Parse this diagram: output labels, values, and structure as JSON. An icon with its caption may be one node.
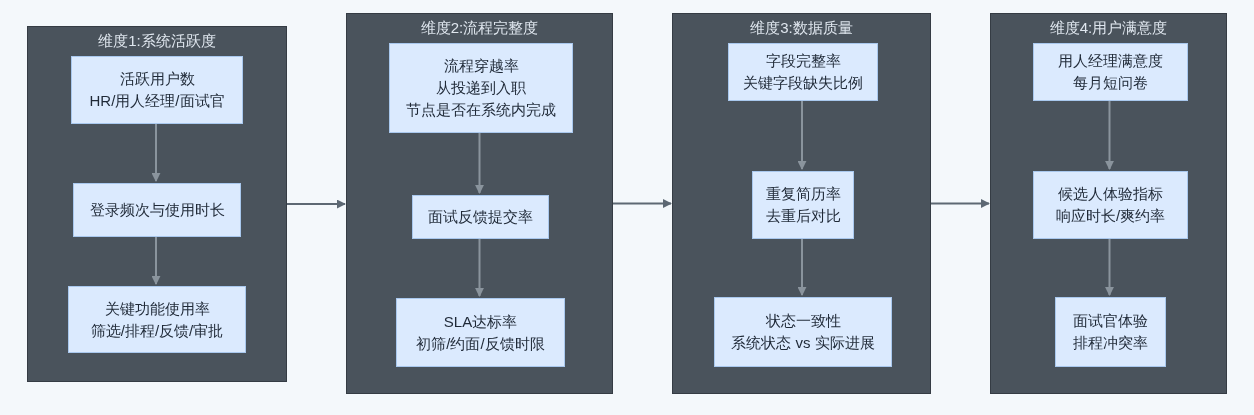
{
  "diagram": {
    "nodes": [
      {
        "text": [
          "维度1:系统活跃度"
        ]
      },
      {
        "text": [
          "活跃用户数",
          "HR/用人经理/面试官"
        ],
        "in": 0
      },
      {
        "text": [
          "登录频次与使用时长"
        ],
        "in": 0
      },
      {
        "text": [
          "关键功能使用率",
          "筛选/排程/反馈/审批"
        ],
        "in": 0
      },
      {
        "text": [
          "维度2:流程完整度"
        ]
      },
      {
        "text": [
          "流程穿越率",
          "从投递到入职",
          "节点是否在系统内完成"
        ],
        "in": 4
      },
      {
        "text": [
          "面试反馈提交率"
        ],
        "in": 4
      },
      {
        "text": [
          "SLA达标率",
          "初筛/约面/反馈时限"
        ],
        "in": 4
      },
      {
        "text": [
          "维度3:数据质量"
        ]
      },
      {
        "text": [
          "字段完整率",
          "关键字段缺失比例"
        ],
        "in": 8
      },
      {
        "text": [
          "重复简历率",
          "去重后对比"
        ],
        "in": 8
      },
      {
        "text": [
          "状态一致性",
          "系统状态 vs 实际进展"
        ],
        "in": 8
      },
      {
        "text": [
          "维度4:用户满意度"
        ]
      },
      {
        "text": [
          "用人经理满意度",
          "每月短问卷"
        ],
        "in": 12
      },
      {
        "text": [
          "候选人体验指标",
          "响应时长/爽约率"
        ],
        "in": 12
      },
      {
        "text": [
          "面试官体验",
          "排程冲突率"
        ],
        "in": 12
      }
    ],
    "edges": [
      {
        "from": 1,
        "to": 2,
        "arrow": "to"
      },
      {
        "from": 2,
        "to": 3,
        "arrow": "to"
      },
      {
        "from": 5,
        "to": 6,
        "arrow": "to"
      },
      {
        "from": 6,
        "to": 7,
        "arrow": "to"
      },
      {
        "from": 9,
        "to": 10,
        "arrow": "to"
      },
      {
        "from": 10,
        "to": 11,
        "arrow": "to"
      },
      {
        "from": 13,
        "to": 14,
        "arrow": "to"
      },
      {
        "from": 14,
        "to": 15,
        "arrow": "to"
      },
      {
        "from": 0,
        "to": 4,
        "arrow": "to"
      },
      {
        "from": 4,
        "to": 8,
        "arrow": "to"
      },
      {
        "from": 8,
        "to": 12,
        "arrow": "to"
      }
    ]
  }
}
